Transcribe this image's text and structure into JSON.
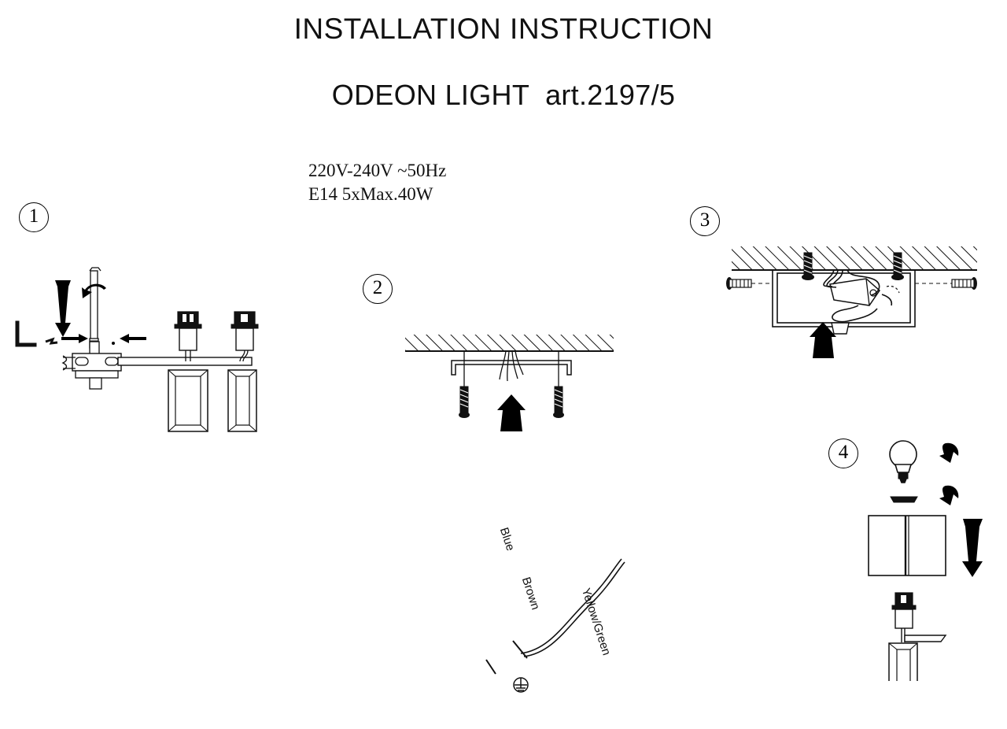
{
  "document": {
    "title_main": "INSTALLATION INSTRUCTION",
    "title_sub": "ODEON LIGHT  art.2197/5",
    "brand": "ODEON LIGHT",
    "article": "art.2197/5"
  },
  "specifications": {
    "voltage_line": "220V-240V ~50Hz",
    "lamp_line": "E14 5xMax.40W",
    "socket_type": "E14",
    "lamp_count": 5,
    "max_wattage": "Max.40W",
    "voltage": "220V-240V",
    "frequency": "~50Hz"
  },
  "steps": [
    {
      "number": "1",
      "name": "assemble-fixture",
      "icons": [
        "allen-key-icon",
        "down-arrow-icon",
        "rotate-arrow-icon",
        "right-arrow-icon",
        "left-arrow-icon",
        "lamp-socket-icon",
        "lamp-shade-icon"
      ]
    },
    {
      "number": "2",
      "name": "mount-bracket-to-ceiling",
      "icons": [
        "ceiling-hatch-icon",
        "mounting-bracket-icon",
        "ceiling-wires-icon",
        "screw-icon",
        "up-arrow-icon"
      ]
    },
    {
      "number": "3",
      "name": "connect-wires-and-fix-base",
      "icons": [
        "ceiling-hatch-icon",
        "base-plate-icon",
        "terminal-block-icon",
        "screw-icon",
        "up-arrow-icon"
      ]
    },
    {
      "number": "4",
      "name": "install-bulb-and-shade",
      "icons": [
        "bulb-icon",
        "rotate-arrow-icon",
        "lamp-shade-icon",
        "down-arrow-icon",
        "lamp-socket-icon"
      ]
    }
  ],
  "wiring": {
    "labels": [
      {
        "text": "Blue",
        "name": "wire-label-blue"
      },
      {
        "text": "Brown",
        "name": "wire-label-brown"
      },
      {
        "text": "Yellow/Green",
        "name": "wire-label-yellow-green"
      }
    ],
    "ground_symbol": "earth-ground-icon"
  },
  "colors": {
    "ink": "#000000",
    "paper": "#ffffff",
    "line": "#1a1a1a"
  }
}
